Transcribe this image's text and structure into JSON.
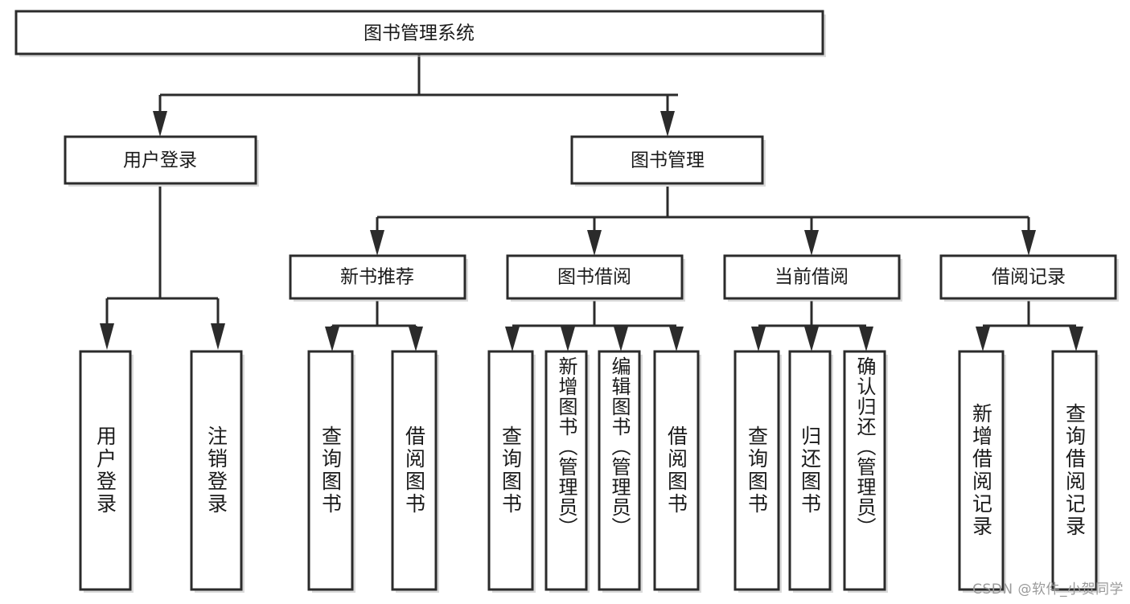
{
  "diagram": {
    "title": "图书管理系统",
    "watermark": "CSDN @软件_小贺同学",
    "type": "hierarchy-tree",
    "root": {
      "id": "root",
      "label": "图书管理系统",
      "orientation": "horizontal"
    },
    "level2": [
      {
        "id": "user-login",
        "label": "用户登录",
        "orientation": "horizontal"
      },
      {
        "id": "book-manage",
        "label": "图书管理",
        "orientation": "horizontal"
      }
    ],
    "level3": [
      {
        "id": "new-book-rec",
        "label": "新书推荐",
        "parent": "book-manage",
        "orientation": "horizontal"
      },
      {
        "id": "book-borrow",
        "label": "图书借阅",
        "parent": "book-manage",
        "orientation": "horizontal"
      },
      {
        "id": "current-borrow",
        "label": "当前借阅",
        "parent": "book-manage",
        "orientation": "horizontal"
      },
      {
        "id": "borrow-record",
        "label": "借阅记录",
        "parent": "book-manage",
        "orientation": "horizontal"
      }
    ],
    "leaves": [
      {
        "id": "leaf-user-login",
        "label": "用户登录",
        "parent": "user-login",
        "orientation": "vertical"
      },
      {
        "id": "leaf-logout",
        "label": "注销登录",
        "parent": "user-login",
        "orientation": "vertical"
      },
      {
        "id": "leaf-query-book-1",
        "label": "查询图书",
        "parent": "new-book-rec",
        "orientation": "vertical"
      },
      {
        "id": "leaf-borrow-book-1",
        "label": "借阅图书",
        "parent": "new-book-rec",
        "orientation": "vertical"
      },
      {
        "id": "leaf-query-book-2",
        "label": "查询图书",
        "parent": "book-borrow",
        "orientation": "vertical"
      },
      {
        "id": "leaf-add-book",
        "label": "新增图书（管理员）",
        "parent": "book-borrow",
        "orientation": "vertical"
      },
      {
        "id": "leaf-edit-book",
        "label": "编辑图书（管理员）",
        "parent": "book-borrow",
        "orientation": "vertical"
      },
      {
        "id": "leaf-borrow-book-2",
        "label": "借阅图书",
        "parent": "book-borrow",
        "orientation": "vertical"
      },
      {
        "id": "leaf-query-book-3",
        "label": "查询图书",
        "parent": "current-borrow",
        "orientation": "vertical"
      },
      {
        "id": "leaf-return-book",
        "label": "归还图书",
        "parent": "current-borrow",
        "orientation": "vertical"
      },
      {
        "id": "leaf-confirm-return",
        "label": "确认归还（管理员）",
        "parent": "current-borrow",
        "orientation": "vertical"
      },
      {
        "id": "leaf-add-record",
        "label": "新增借阅记录",
        "parent": "borrow-record",
        "orientation": "vertical"
      },
      {
        "id": "leaf-query-record",
        "label": "查询借阅记录",
        "parent": "borrow-record",
        "orientation": "vertical"
      }
    ],
    "colors": {
      "box_stroke": "#2b2b2b",
      "box_fill": "#ffffff",
      "text": "#1a1a1a",
      "connector": "#2b2b2b",
      "watermark": "#9a9a9a",
      "background": "#ffffff"
    }
  }
}
